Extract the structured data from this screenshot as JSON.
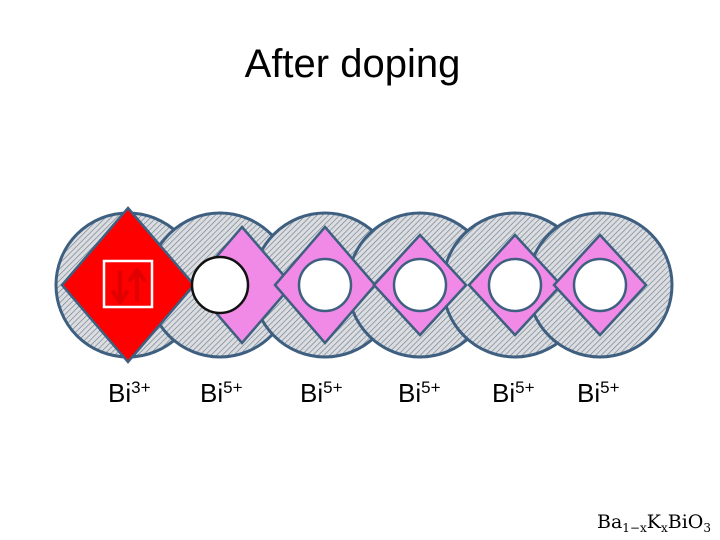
{
  "slide": {
    "title": "After doping"
  },
  "sites": [
    {
      "element": "Bi",
      "charge": "3+",
      "state": "occupied",
      "spins": [
        "down",
        "up"
      ]
    },
    {
      "element": "Bi",
      "charge": "5+",
      "state": "empty"
    },
    {
      "element": "Bi",
      "charge": "5+",
      "state": "empty"
    },
    {
      "element": "Bi",
      "charge": "5+",
      "state": "empty"
    },
    {
      "element": "Bi",
      "charge": "5+",
      "state": "empty"
    },
    {
      "element": "Bi",
      "charge": "5+",
      "state": "empty"
    }
  ],
  "formula": {
    "base": "Ba",
    "sub1": "1−x",
    "dopant": "K",
    "sub2": "x",
    "rest": "BiO",
    "sub3": "3"
  },
  "colors": {
    "occupied_diamond": "#ff0000",
    "empty_diamond": "#f08ae6",
    "outline": "#3e5f80",
    "circle_fill": "#dcdde0",
    "hatch": "#6e7f90",
    "spin_arrow": "#e00000",
    "hole_fill": "#ffffff"
  }
}
